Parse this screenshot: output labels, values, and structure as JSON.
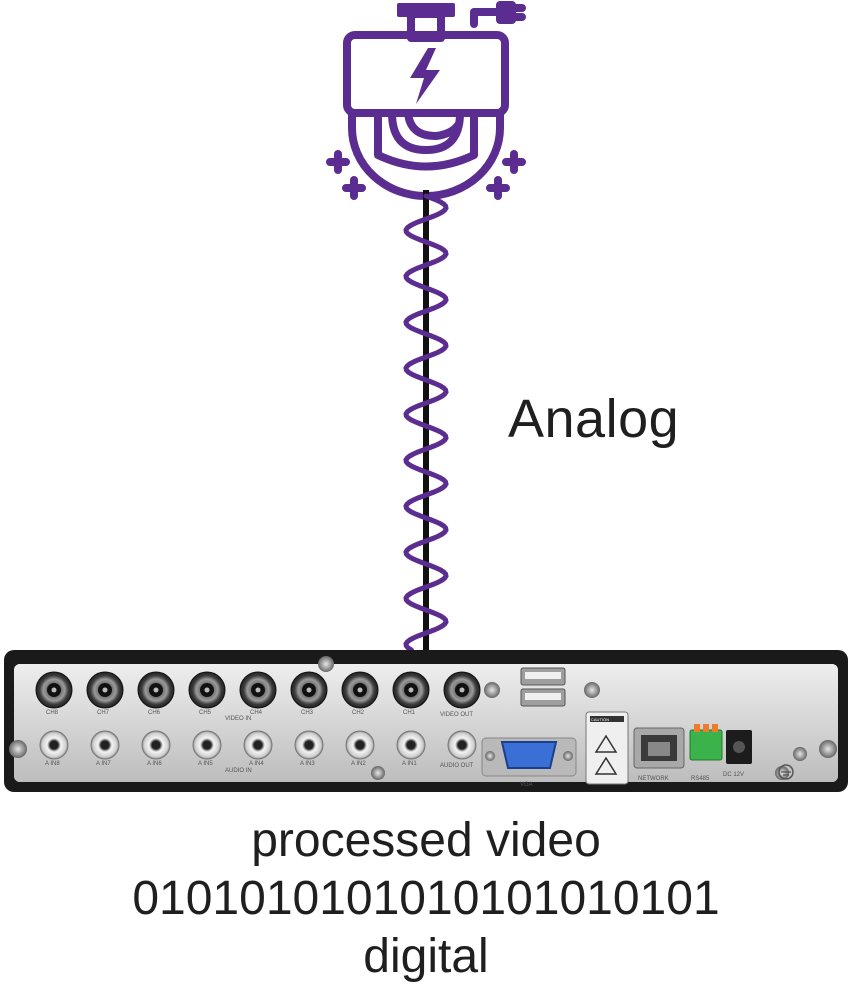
{
  "colors": {
    "accent": "#5c2d91",
    "cable": "#111111",
    "device_body": "#1a1a1a",
    "panel": "#d7d7d7",
    "vga_port": "#3a6fd6",
    "terminal": "#3bb34a",
    "terminal_tip": "#f07a2a"
  },
  "icons": {
    "camera": "analog-camera-icon",
    "power": "lightning-bolt-icon",
    "plug": "power-plug-icon"
  },
  "labels": {
    "analog": "Analog",
    "processed_video": "processed video",
    "binary": "0101010101010101010101",
    "digital": "digital"
  },
  "dvr": {
    "bnc_top": [
      "CH8",
      "CH7",
      "CH6",
      "CH5",
      "CH4",
      "CH3",
      "CH2",
      "CH1"
    ],
    "video_in": "VIDEO IN",
    "video_out": "VIDEO OUT",
    "audio_top": [
      "A IN8",
      "A IN7",
      "A IN6",
      "A IN5",
      "A IN4",
      "A IN3",
      "A IN2",
      "A IN1"
    ],
    "audio_in": "AUDIO IN",
    "audio_out": "AUDIO OUT",
    "vga": "VGA",
    "network": "NETWORK",
    "rs485": "RS485",
    "dc": "DC 12V",
    "caution": "CAUTION"
  }
}
